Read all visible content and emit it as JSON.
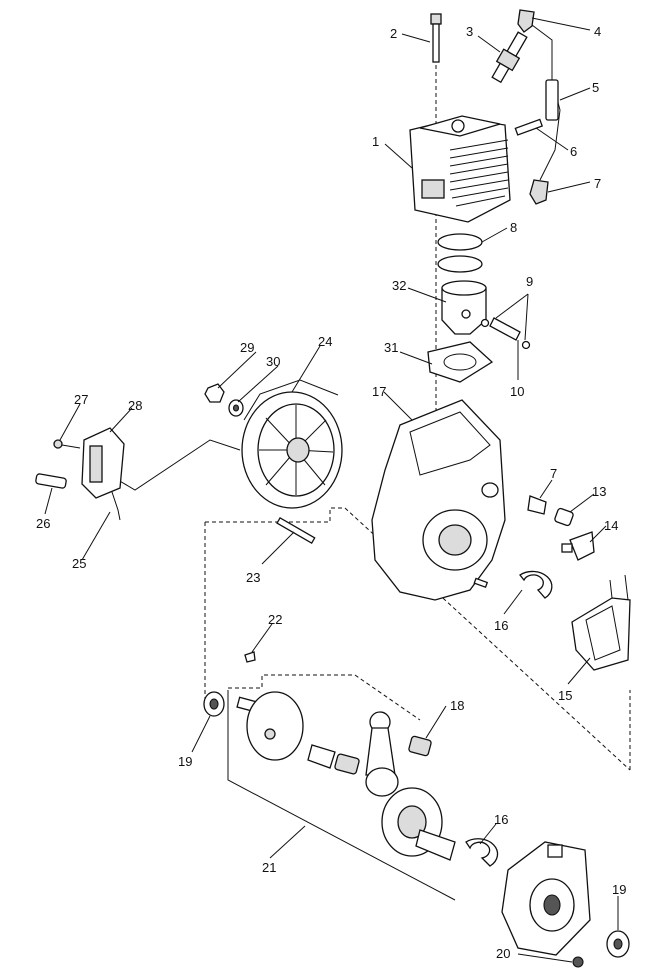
{
  "diagram": {
    "callouts": [
      "1",
      "2",
      "3",
      "4",
      "5",
      "6",
      "7",
      "8",
      "9",
      "10",
      "13",
      "14",
      "15",
      "16",
      "17",
      "18",
      "19",
      "20",
      "21",
      "22",
      "23",
      "24",
      "25",
      "26",
      "27",
      "28",
      "29",
      "30",
      "31",
      "32"
    ],
    "repeated": {
      "7b": "7",
      "16b": "16",
      "19b": "19"
    }
  }
}
